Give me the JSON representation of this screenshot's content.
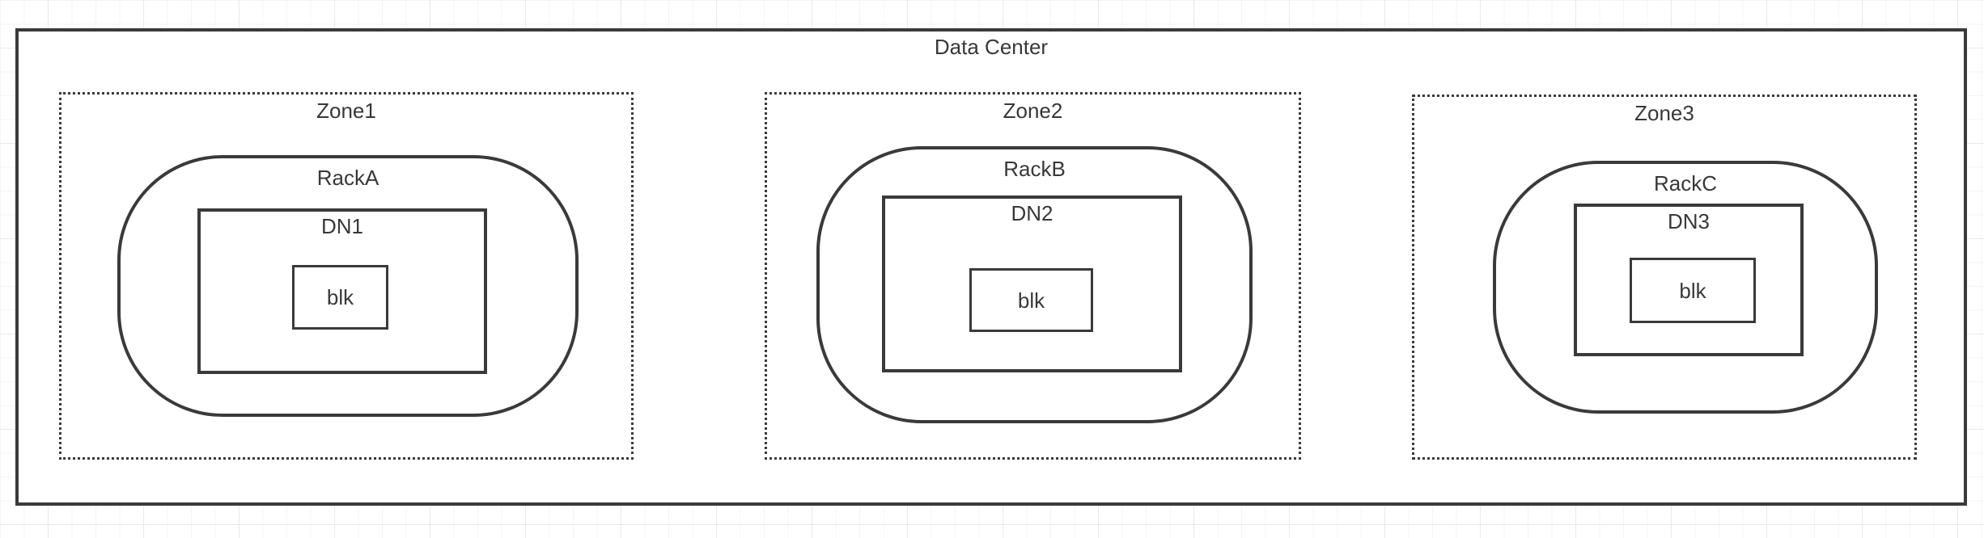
{
  "canvas": {
    "background_color": "#ffffff",
    "grid_minor_color": "#f4f4f4",
    "grid_major_color": "#e9e9e9",
    "shape_stroke_color": "#3a3a3a",
    "shape_fill_color": "#ffffff",
    "label_color": "#383838"
  },
  "diagram": {
    "title": "Data Center",
    "zones": [
      {
        "label": "Zone1",
        "rack": {
          "label": "RackA",
          "node": {
            "label": "DN1",
            "block": {
              "label": "blk"
            }
          }
        }
      },
      {
        "label": "Zone2",
        "rack": {
          "label": "RackB",
          "node": {
            "label": "DN2",
            "block": {
              "label": "blk"
            }
          }
        }
      },
      {
        "label": "Zone3",
        "rack": {
          "label": "RackC",
          "node": {
            "label": "DN3",
            "block": {
              "label": "blk"
            }
          }
        }
      }
    ]
  }
}
